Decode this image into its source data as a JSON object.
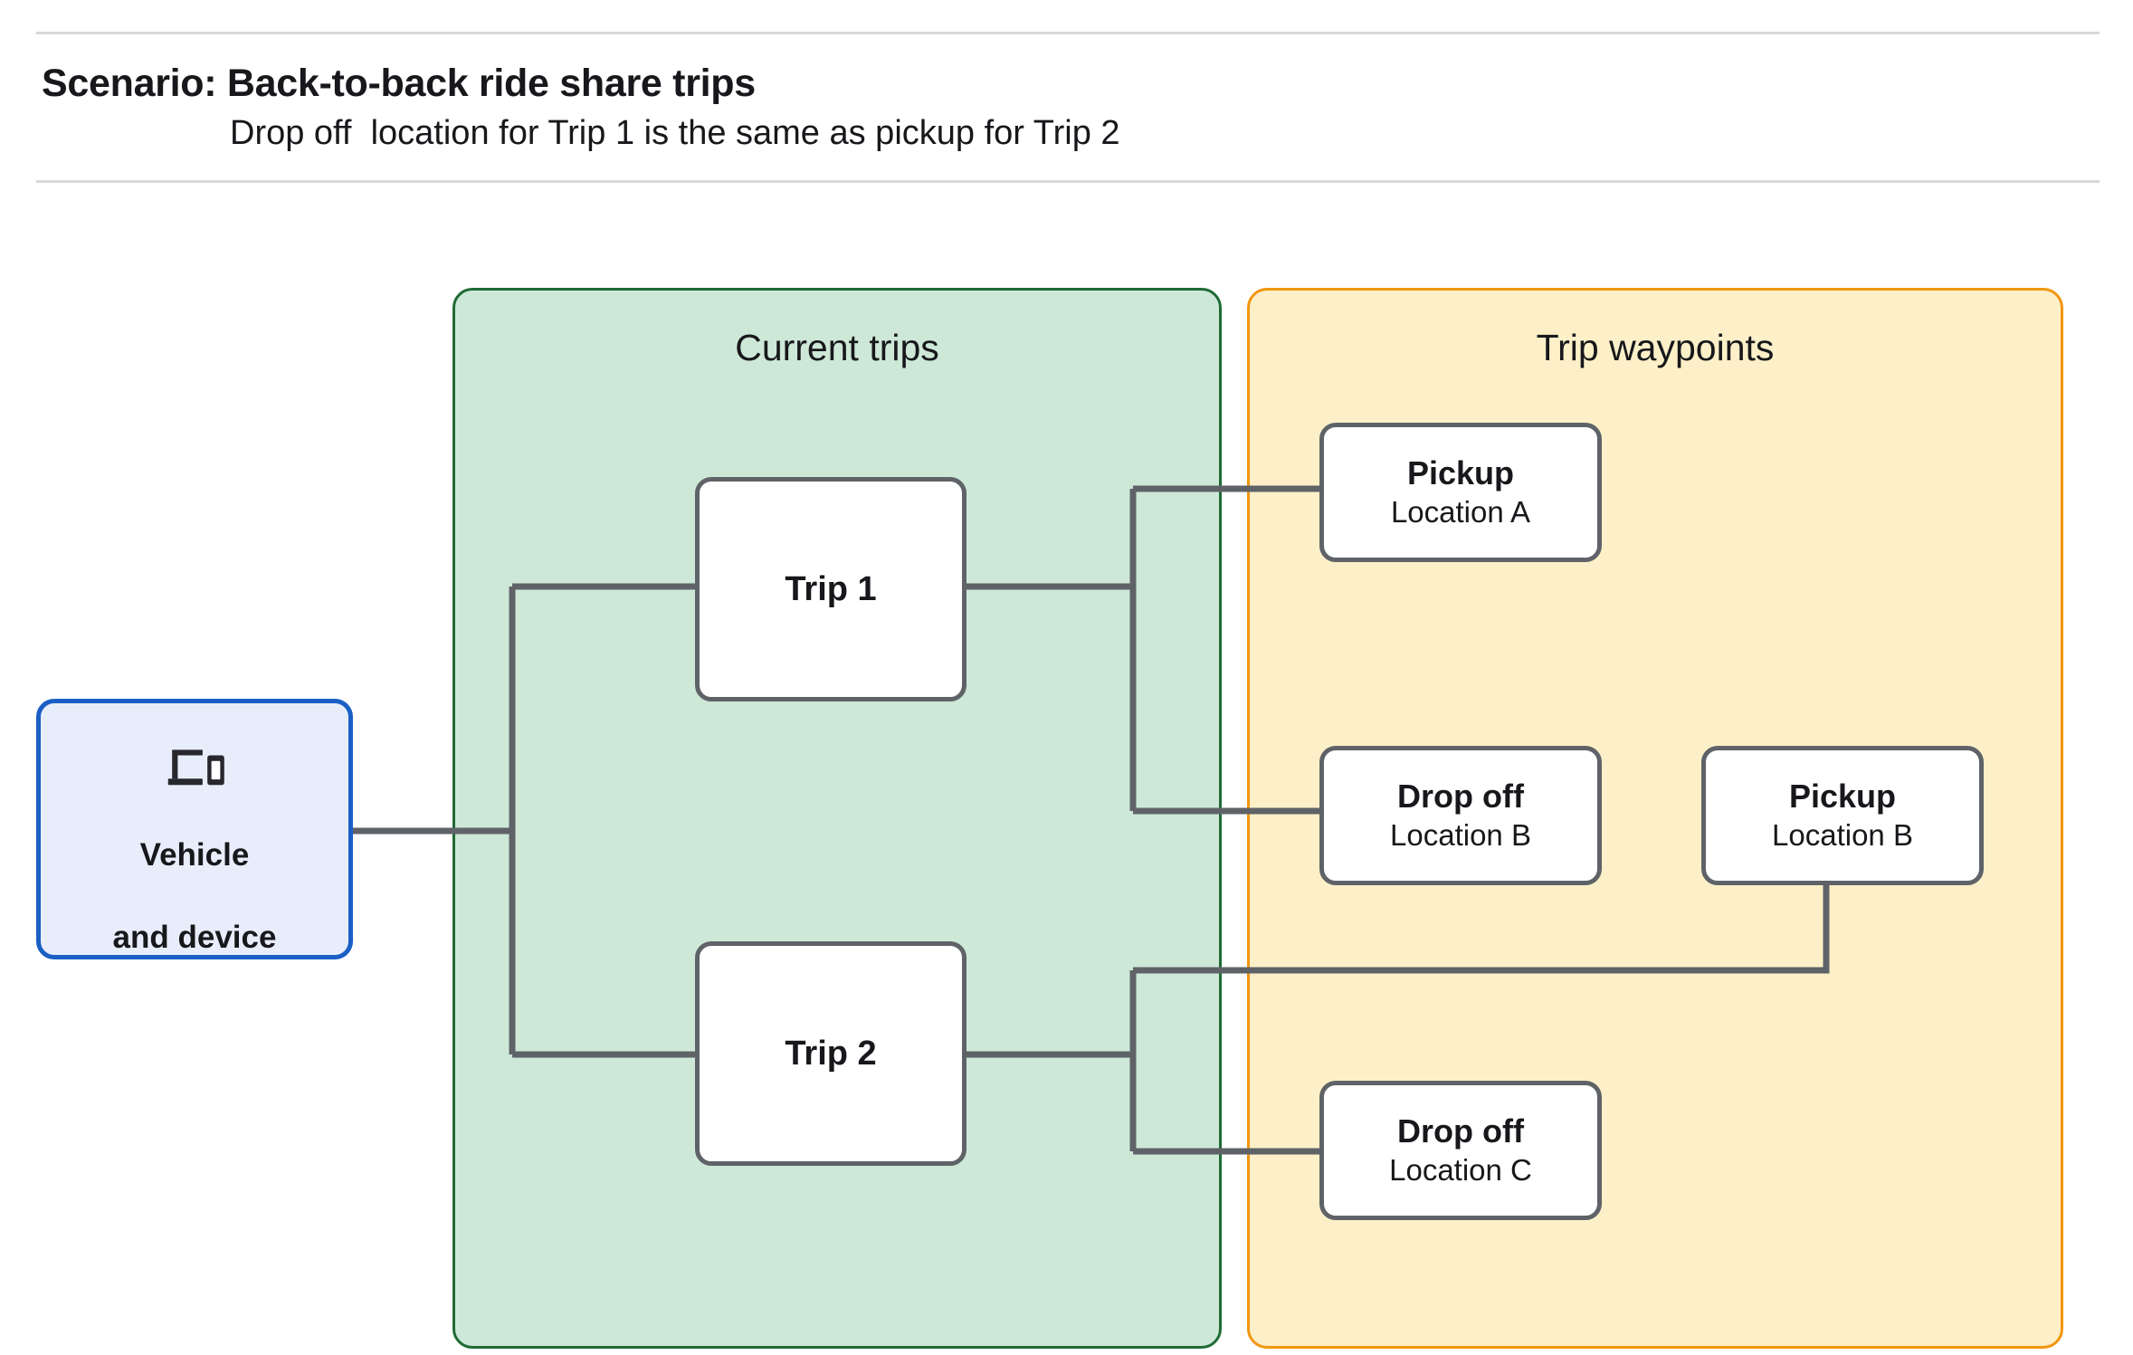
{
  "header": {
    "title": "Scenario: Back-to-back ride share trips",
    "subtitle": "Drop off  location for Trip 1 is the same as pickup for Trip 2"
  },
  "panels": {
    "current_trips": {
      "title": "Current trips",
      "fill": "#cee8d8",
      "border": "#1e6b35"
    },
    "trip_waypoints": {
      "title": "Trip waypoints",
      "fill": "#fdf0c8",
      "border": "#f2960f"
    }
  },
  "nodes": {
    "vehicle": {
      "icon": "laptop-and-phone-icon",
      "line1": "Vehicle",
      "line2": "and device",
      "fill": "#e8edfb",
      "border": "#1a5fc4"
    },
    "trip_1": {
      "label": "Trip 1"
    },
    "trip_2": {
      "label": "Trip 2"
    },
    "pickup_a": {
      "title": "Pickup",
      "location": "Location A"
    },
    "dropoff_b": {
      "title": "Drop off",
      "location": "Location B"
    },
    "pickup_b": {
      "title": "Pickup",
      "location": "Location B"
    },
    "dropoff_c": {
      "title": "Drop off",
      "location": "Location C"
    }
  },
  "connectors": {
    "stroke": "#5f6368",
    "edges": [
      "vehicle-to-trip-1",
      "vehicle-to-trip-2",
      "trip-1-to-pickup-a",
      "trip-1-to-dropoff-b",
      "trip-2-to-pickup-b",
      "trip-2-to-dropoff-c"
    ]
  }
}
